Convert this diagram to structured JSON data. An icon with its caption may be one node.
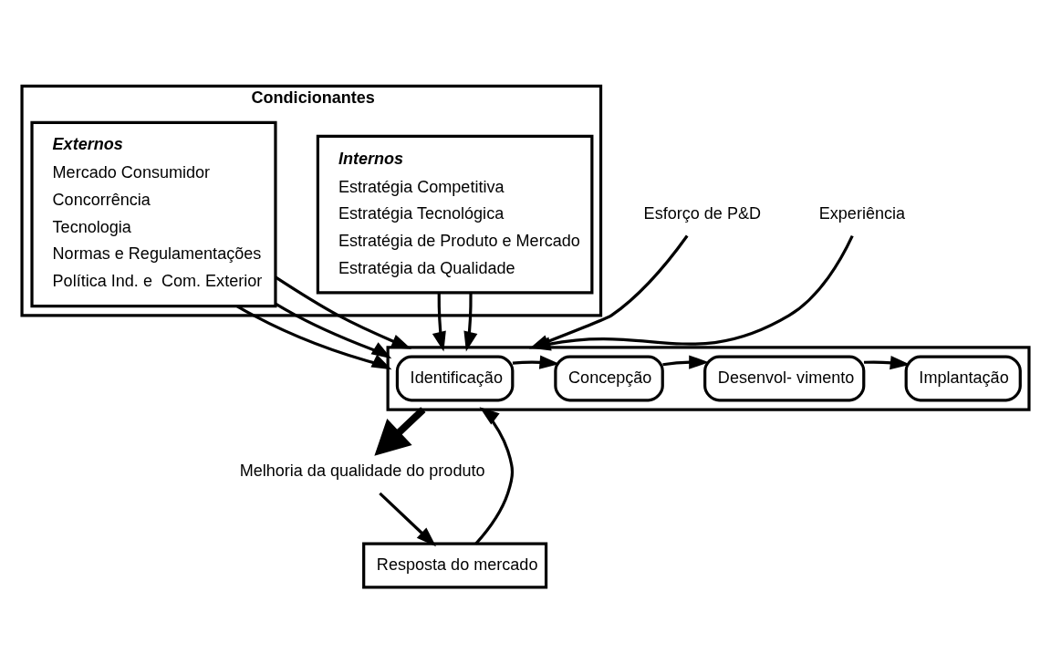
{
  "diagram": {
    "nodes": [
      {
        "text": [
          "Condicionantes"
        ]
      },
      {
        "text": [
          "Externos",
          "Mercado Consumidor",
          "Concorrência",
          "Tecnologia",
          "Normas e Regulamentações",
          "Política Ind. e  Com. Exterior"
        ],
        "in": 0
      },
      {
        "text": [
          "Internos",
          "Estratégia Competitiva",
          "Estratégia Tecnológica",
          "Estratégia de Produto e Mercado",
          "Estratégia da Qualidade"
        ],
        "in": 0
      },
      {
        "text": [],
        "shape": "box"
      },
      {
        "text": [
          "Identificação"
        ],
        "in": 3
      },
      {
        "text": [
          "Concepção"
        ],
        "in": 3
      },
      {
        "text": [
          "Desenvol- vimento"
        ],
        "in": 3
      },
      {
        "text": [
          "Implantação"
        ],
        "in": 3
      },
      {
        "text": [
          "Esforço de P&D"
        ]
      },
      {
        "text": [
          "Experiência"
        ]
      },
      {
        "text": [
          "Melhoria da qualidade do produto"
        ]
      },
      {
        "text": [
          "Resposta do mercado"
        ]
      }
    ],
    "edges": [
      {
        "from": 1,
        "to": 3,
        "arrow": "to"
      },
      {
        "from": 1,
        "to": 3,
        "arrow": "to"
      },
      {
        "from": 2,
        "to": 3,
        "arrow": "to"
      },
      {
        "from": 2,
        "to": 3,
        "arrow": "to"
      },
      {
        "from": 1,
        "to": 3,
        "arrow": "to"
      },
      {
        "from": 8,
        "to": 3,
        "arrow": "to"
      },
      {
        "from": 9,
        "to": 3,
        "arrow": "to"
      },
      {
        "from": 4,
        "to": 5,
        "arrow": "to"
      },
      {
        "from": 5,
        "to": 6,
        "arrow": "to"
      },
      {
        "from": 6,
        "to": 7,
        "arrow": "to"
      },
      {
        "from": 3,
        "to": 10,
        "arrow": "to",
        "style": "thick"
      },
      {
        "from": 10,
        "to": 11,
        "arrow": "to"
      },
      {
        "from": 11,
        "to": 3,
        "arrow": "to"
      }
    ]
  }
}
